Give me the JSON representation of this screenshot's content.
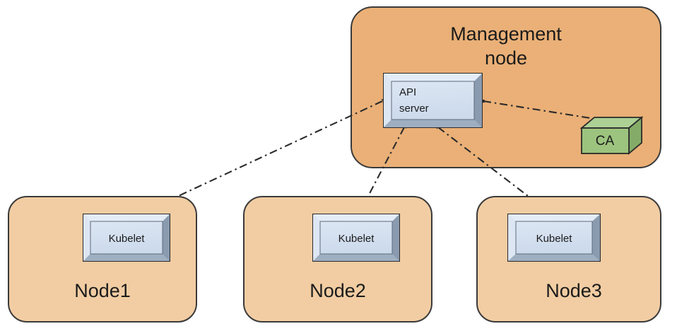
{
  "diagram": {
    "type": "architecture-diagram",
    "background": "#ffffff",
    "management_node": {
      "title_line1": "Management",
      "title_line2": "node",
      "fill": "#EAB077",
      "stroke": "#3a3a3a",
      "components": {
        "api_server": {
          "label_line1": "API",
          "label_line2": "server",
          "face_fill": "#D6E2F0",
          "frame_fill": "#A9B7CA"
        },
        "ca": {
          "label": "CA",
          "front_fill": "#9CC47E",
          "top_fill": "#ADD195",
          "side_fill": "#84AC68"
        }
      }
    },
    "worker_nodes": [
      {
        "title": "Node1",
        "component_label": "Kubelet",
        "fill": "#F2CDA3"
      },
      {
        "title": "Node2",
        "component_label": "Kubelet",
        "fill": "#F2CDA3"
      },
      {
        "title": "Node3",
        "component_label": "Kubelet",
        "fill": "#F2CDA3"
      }
    ],
    "connections": [
      {
        "from": "api-server",
        "to": "node1-kubelet",
        "style": "dash-dot",
        "arrows": "both"
      },
      {
        "from": "api-server",
        "to": "node2-kubelet",
        "style": "dash-dot",
        "arrows": "both"
      },
      {
        "from": "api-server",
        "to": "node3-kubelet",
        "style": "dash-dot",
        "arrows": "both"
      },
      {
        "from": "api-server",
        "to": "ca",
        "style": "dash-dot",
        "arrows": "end"
      }
    ],
    "line_color": "#2b2b2b"
  }
}
